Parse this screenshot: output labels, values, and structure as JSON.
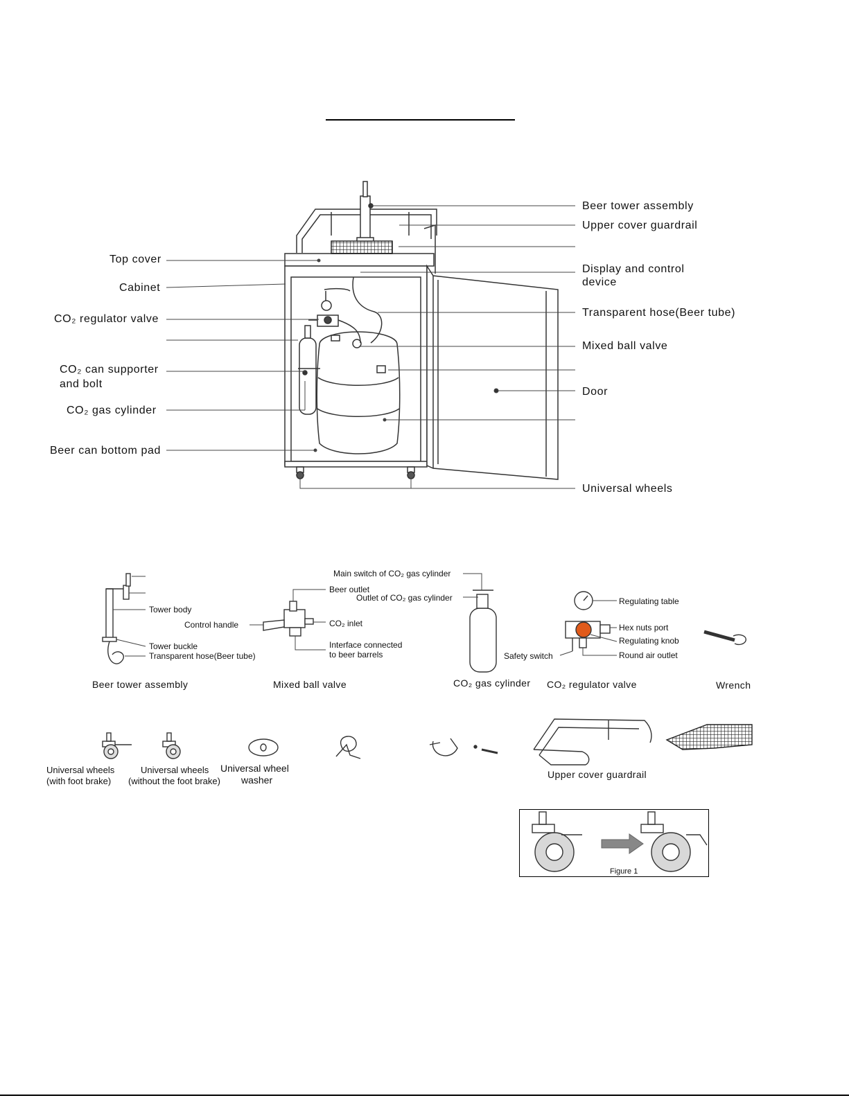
{
  "main_diagram": {
    "labels_left": {
      "top_cover": "Top cover",
      "cabinet": "Cabinet",
      "co2_regulator_valve": "CO₂ regulator valve",
      "co2_can_supporter_line1": "CO₂ can supporter",
      "co2_can_supporter_line2": "and bolt",
      "co2_gas_cylinder": "CO₂ gas cylinder",
      "beer_can_bottom_pad": "Beer can bottom pad"
    },
    "labels_right": {
      "beer_tower_assembly": "Beer tower assembly",
      "upper_cover_guardrail": "Upper cover guardrail",
      "display_control_line1": "Display and control",
      "display_control_line2": "device",
      "transparent_hose": "Transparent hose(Beer tube)",
      "mixed_ball_valve": "Mixed ball valve",
      "door": "Door",
      "universal_wheels": "Universal wheels"
    }
  },
  "parts": {
    "beer_tower": {
      "tower_body": "Tower body",
      "tower_buckle": "Tower buckle",
      "transparent_hose": "Transparent hose(Beer tube)",
      "caption": "Beer tower assembly"
    },
    "mixed_ball_valve": {
      "beer_outlet": "Beer outlet",
      "control_handle": "Control handle",
      "co2_inlet": "CO₂ inlet",
      "interface_line1": "Interface connected",
      "interface_line2": "to beer barrels",
      "caption": "Mixed ball valve"
    },
    "co2_cylinder": {
      "main_switch": "Main switch of CO₂ gas cylinder",
      "outlet": "Outlet of CO₂ gas cylinder",
      "caption": "CO₂ gas cylinder"
    },
    "co2_regulator": {
      "regulating_table": "Regulating table",
      "hex_nuts_port": "Hex nuts port",
      "regulating_knob": "Regulating knob",
      "round_air_outlet": "Round air outlet",
      "safety_switch": "Safety switch",
      "caption": "CO₂ regulator valve"
    },
    "wrench": {
      "caption": "Wrench"
    },
    "wheels_brake": {
      "line1": "Universal wheels",
      "line2": "(with foot brake)"
    },
    "wheels_no_brake": {
      "line1": "Universal wheels",
      "line2": "(without the foot brake)"
    },
    "wheel_washer": {
      "line1": "Universal wheel",
      "line2": "washer"
    },
    "upper_guardrail": {
      "caption": "Upper cover guardrail"
    }
  },
  "figure": {
    "caption": "Figure 1"
  }
}
